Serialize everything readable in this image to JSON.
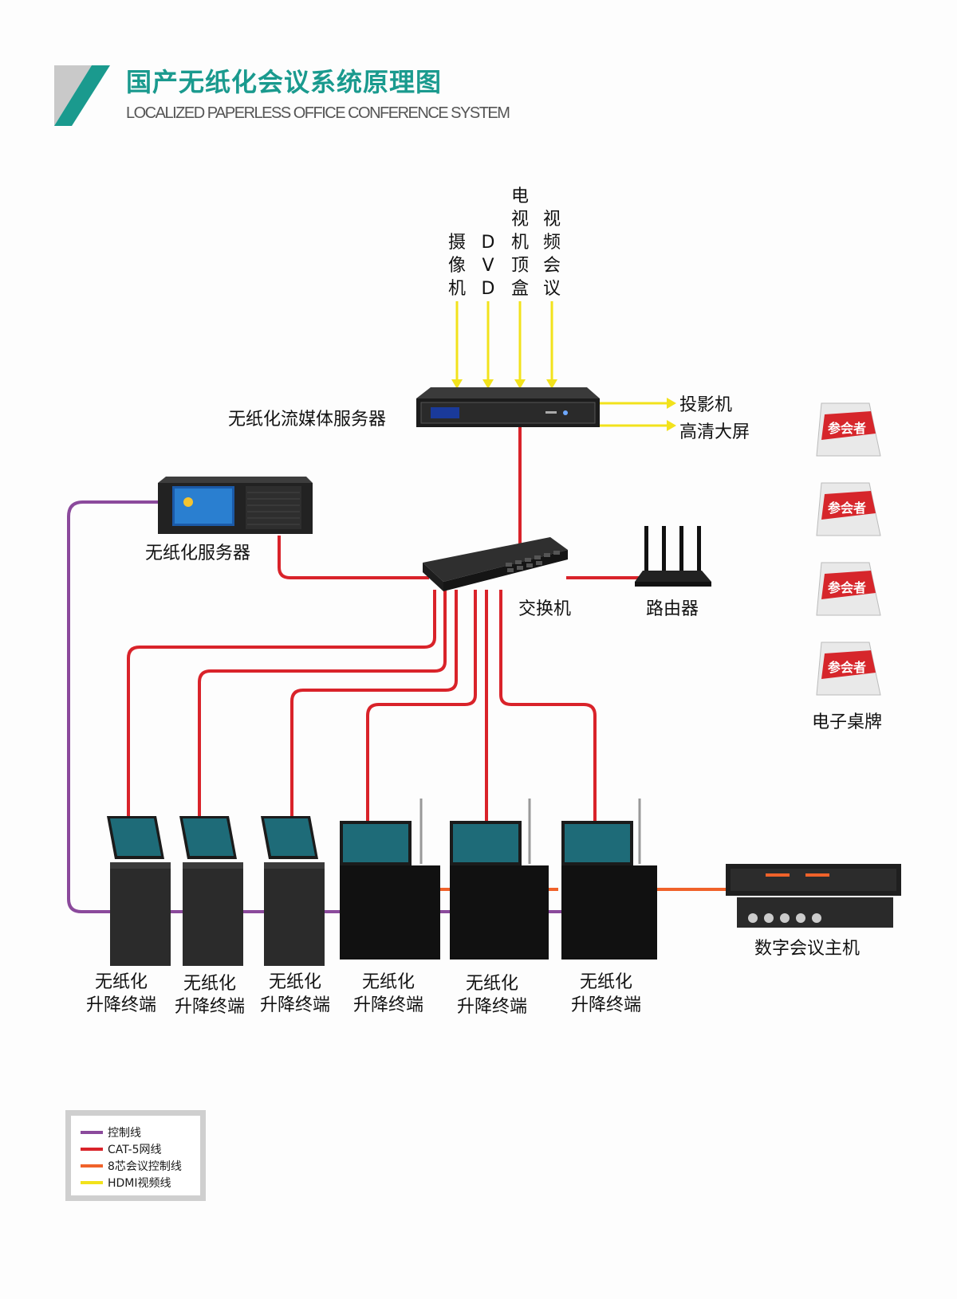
{
  "header": {
    "title_cn": "国产无纸化会议系统原理图",
    "title_en": "LOCALIZED PAPERLESS OFFICE  CONFERENCE SYSTEM",
    "accent_color": "#1a9a8e"
  },
  "sources": [
    {
      "label": "摄像机"
    },
    {
      "label": "DVD"
    },
    {
      "label": "电视机顶盒"
    },
    {
      "label": "视频会议"
    }
  ],
  "devices": {
    "media_server": "无纸化流媒体服务器",
    "projector": "投影机",
    "hd_screen": "高清大屏",
    "paperless_server": "无纸化服务器",
    "switch": "交换机",
    "router": "路由器",
    "conference_host": "数字会议主机",
    "nameplates": "电子桌牌",
    "nameplate_text": "参会者"
  },
  "terminals": [
    {
      "line1": "无纸化",
      "line2": "升降终端"
    },
    {
      "line1": "无纸化",
      "line2": "升降终端"
    },
    {
      "line1": "无纸化",
      "line2": "升降终端"
    },
    {
      "line1": "无纸化",
      "line2": "升降终端"
    },
    {
      "line1": "无纸化",
      "line2": "升降终端"
    },
    {
      "line1": "无纸化",
      "line2": "升降终端"
    }
  ],
  "legend": [
    {
      "label": "控制线",
      "color": "#8b4a9c"
    },
    {
      "label": "CAT-5网线",
      "color": "#d9232a"
    },
    {
      "label": "8芯会议控制线",
      "color": "#f0622a"
    },
    {
      "label": "HDMI视频线",
      "color": "#f2e21c"
    }
  ]
}
